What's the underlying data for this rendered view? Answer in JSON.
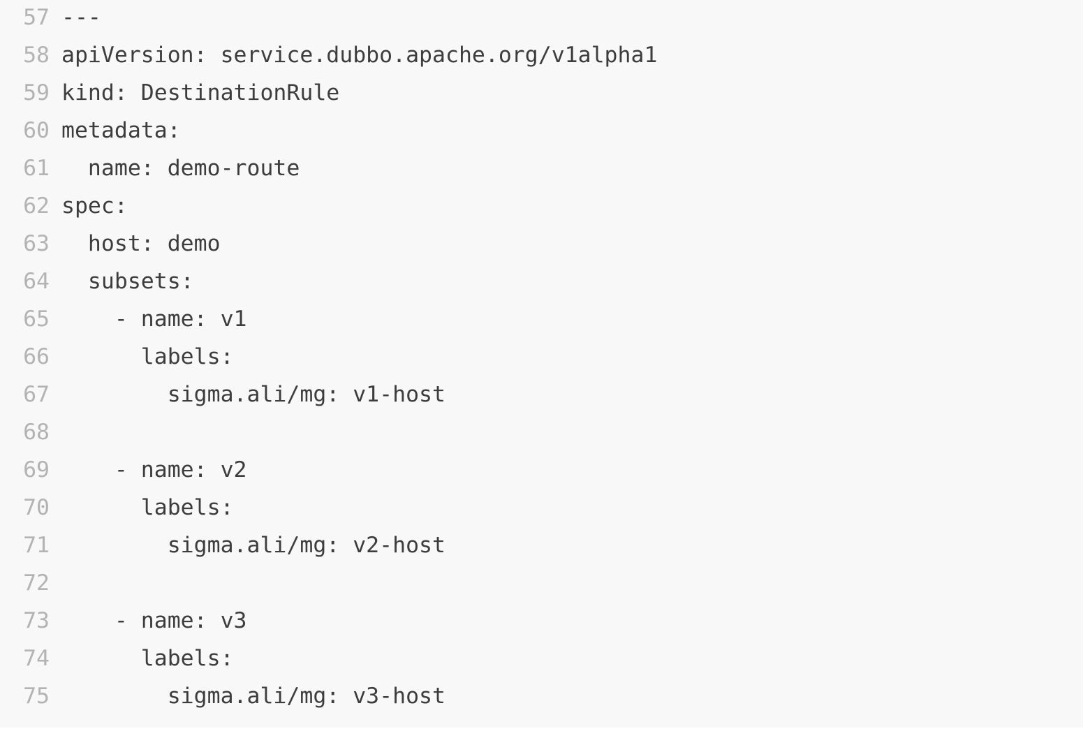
{
  "editor": {
    "language": "yaml",
    "colors": {
      "background": "#f8f8f8",
      "line_number": "#b3b3b3",
      "code_text": "#3d3d3d",
      "footer": "#ffffff"
    },
    "first_line_number": "57",
    "last_line_number": "75",
    "lines": [
      {
        "num": "57",
        "text": "---"
      },
      {
        "num": "58",
        "text": "apiVersion: service.dubbo.apache.org/v1alpha1"
      },
      {
        "num": "59",
        "text": "kind: DestinationRule"
      },
      {
        "num": "60",
        "text": "metadata:"
      },
      {
        "num": "61",
        "text": "  name: demo-route"
      },
      {
        "num": "62",
        "text": "spec:"
      },
      {
        "num": "63",
        "text": "  host: demo"
      },
      {
        "num": "64",
        "text": "  subsets:"
      },
      {
        "num": "65",
        "text": "    - name: v1"
      },
      {
        "num": "66",
        "text": "      labels:"
      },
      {
        "num": "67",
        "text": "        sigma.ali/mg: v1-host"
      },
      {
        "num": "68",
        "text": ""
      },
      {
        "num": "69",
        "text": "    - name: v2"
      },
      {
        "num": "70",
        "text": "      labels:"
      },
      {
        "num": "71",
        "text": "        sigma.ali/mg: v2-host"
      },
      {
        "num": "72",
        "text": ""
      },
      {
        "num": "73",
        "text": "    - name: v3"
      },
      {
        "num": "74",
        "text": "      labels:"
      },
      {
        "num": "75",
        "text": "        sigma.ali/mg: v3-host"
      }
    ]
  }
}
